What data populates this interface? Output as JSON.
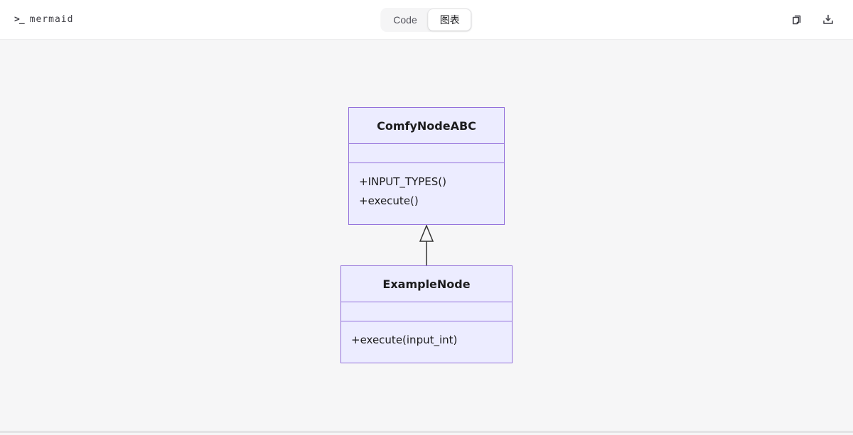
{
  "topbar": {
    "brand": {
      "icon": "terminal-icon",
      "glyph": ">_",
      "label": "mermaid"
    },
    "tabs": [
      {
        "label": "Code",
        "active": false
      },
      {
        "label": "图表",
        "active": true
      }
    ],
    "actions": [
      {
        "name": "copy",
        "icon": "copy-icon"
      },
      {
        "name": "download",
        "icon": "download-icon"
      }
    ]
  },
  "diagram": {
    "type": "classDiagram",
    "classes": [
      {
        "name": "ComfyNodeABC",
        "attributes": [],
        "methods": [
          "+INPUT_TYPES()",
          "+execute()"
        ]
      },
      {
        "name": "ExampleNode",
        "attributes": [],
        "methods": [
          "+execute(input_int)"
        ]
      }
    ],
    "relations": [
      {
        "from": "ExampleNode",
        "to": "ComfyNodeABC",
        "type": "inheritance"
      }
    ],
    "colors": {
      "node_fill": "#ECECFF",
      "node_border": "#9370DB",
      "relation_stroke": "#333333",
      "canvas_bg": "#f6f6f7",
      "topbar_bg": "#ffffff"
    }
  }
}
